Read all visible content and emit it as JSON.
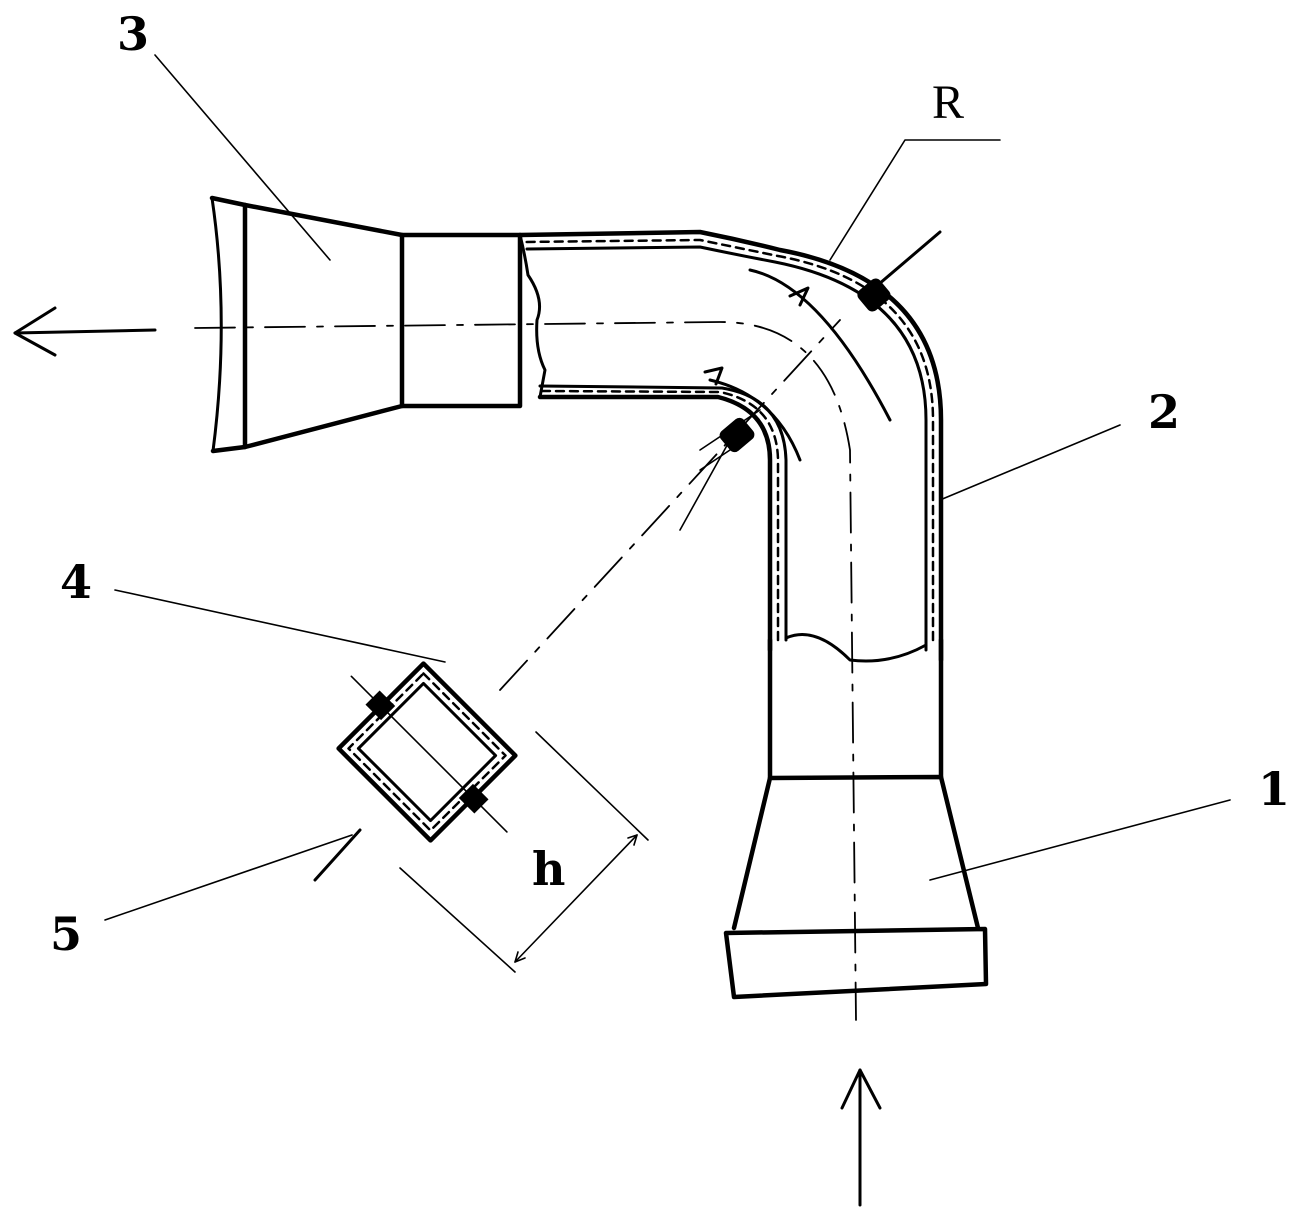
{
  "labels": {
    "inlet_cone": "1",
    "elbow": "2",
    "outlet_diffuser": "3",
    "sample_box": "4",
    "sensor": "5",
    "radius": "R",
    "height": "h"
  },
  "colors": {
    "ink": "#000000",
    "background": "#ffffff"
  }
}
